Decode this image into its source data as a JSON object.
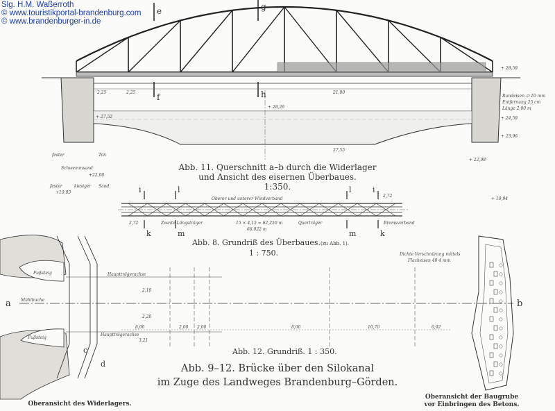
{
  "watermark": {
    "line1": "Slg. H.M. Waßerroth",
    "line2": "© www.touristikportal-brandenburg.com",
    "line3": "© www.brandenburger-in.de"
  },
  "section_marks": {
    "e": "e",
    "g": "g",
    "f": "f",
    "h": "h",
    "i": "i",
    "l": "l",
    "k": "k",
    "m": "m",
    "a": "a",
    "b": "b"
  },
  "fig11": {
    "caption_line1": "Abb. 11. Querschnitt a–b durch die Widerlager",
    "caption_line2": "und Ansicht des eisernen Überbaues.",
    "scale": "1:350.",
    "dim_span": "21,00",
    "dim_bed": "27,55",
    "dim_left": "2,25",
    "dim_left2": "2,25",
    "level_water": "+ 27,52",
    "level_top": "+ 28,26",
    "soil_labels": [
      "fester",
      "Ton",
      "Schwemmsand",
      "+22,00",
      "fester",
      "kiesiger",
      "Sand",
      "+19,93"
    ],
    "right_note": [
      "Rundeisen ∅ 10 mm",
      "Entfernung 25 cm",
      "Länge 2,00 m"
    ],
    "right_levels": [
      "+ 28,58",
      "+ 24,58",
      "+ 23,96",
      "+ 22,98",
      "+ 19,94"
    ]
  },
  "fig8": {
    "caption": "Abb. 8. Grundriß des Überbaues.",
    "caption_ref": "(zu Abb. 1).",
    "scale": "1 : 750.",
    "label_top": "Oberer und   unterer Windverband",
    "label_long": "Zweite Längsträger",
    "label_span": "15 × 4,15 = 62,250 m",
    "label_total": "66,022 m",
    "label_cross": "Querträger",
    "label_brake": "Bremsverband",
    "dim_left": "2,72",
    "dim_right": "2,72"
  },
  "fig12": {
    "caption": "Abb. 12. Grundriß. 1 : 350.",
    "dims": [
      "8,00",
      "2,00",
      "2,00",
      "8,00",
      "10,70",
      "6,92"
    ],
    "labels_left": [
      "Fußsteig",
      "Hauptträgerachse",
      "Mühlbuche",
      "Hauptträgerachse",
      "Fußsteig"
    ],
    "dims_left": [
      "2,10",
      "2,20",
      "3,21"
    ],
    "right_note_line1": "Dichte Verschnürung mittels",
    "right_note_line2": "Flacheisen 40·4 mm"
  },
  "main_caption": {
    "line1": "Abb. 9–12. Brücke über den Silokanal",
    "line2": "im Zuge des Landweges Brandenburg–Görden."
  },
  "bottom_left_caption": "Oberansicht des Widerlagers.",
  "bottom_right_caption": {
    "line1": "Oberansicht der Baugrube",
    "line2": "vor Einbringen des Betons."
  }
}
